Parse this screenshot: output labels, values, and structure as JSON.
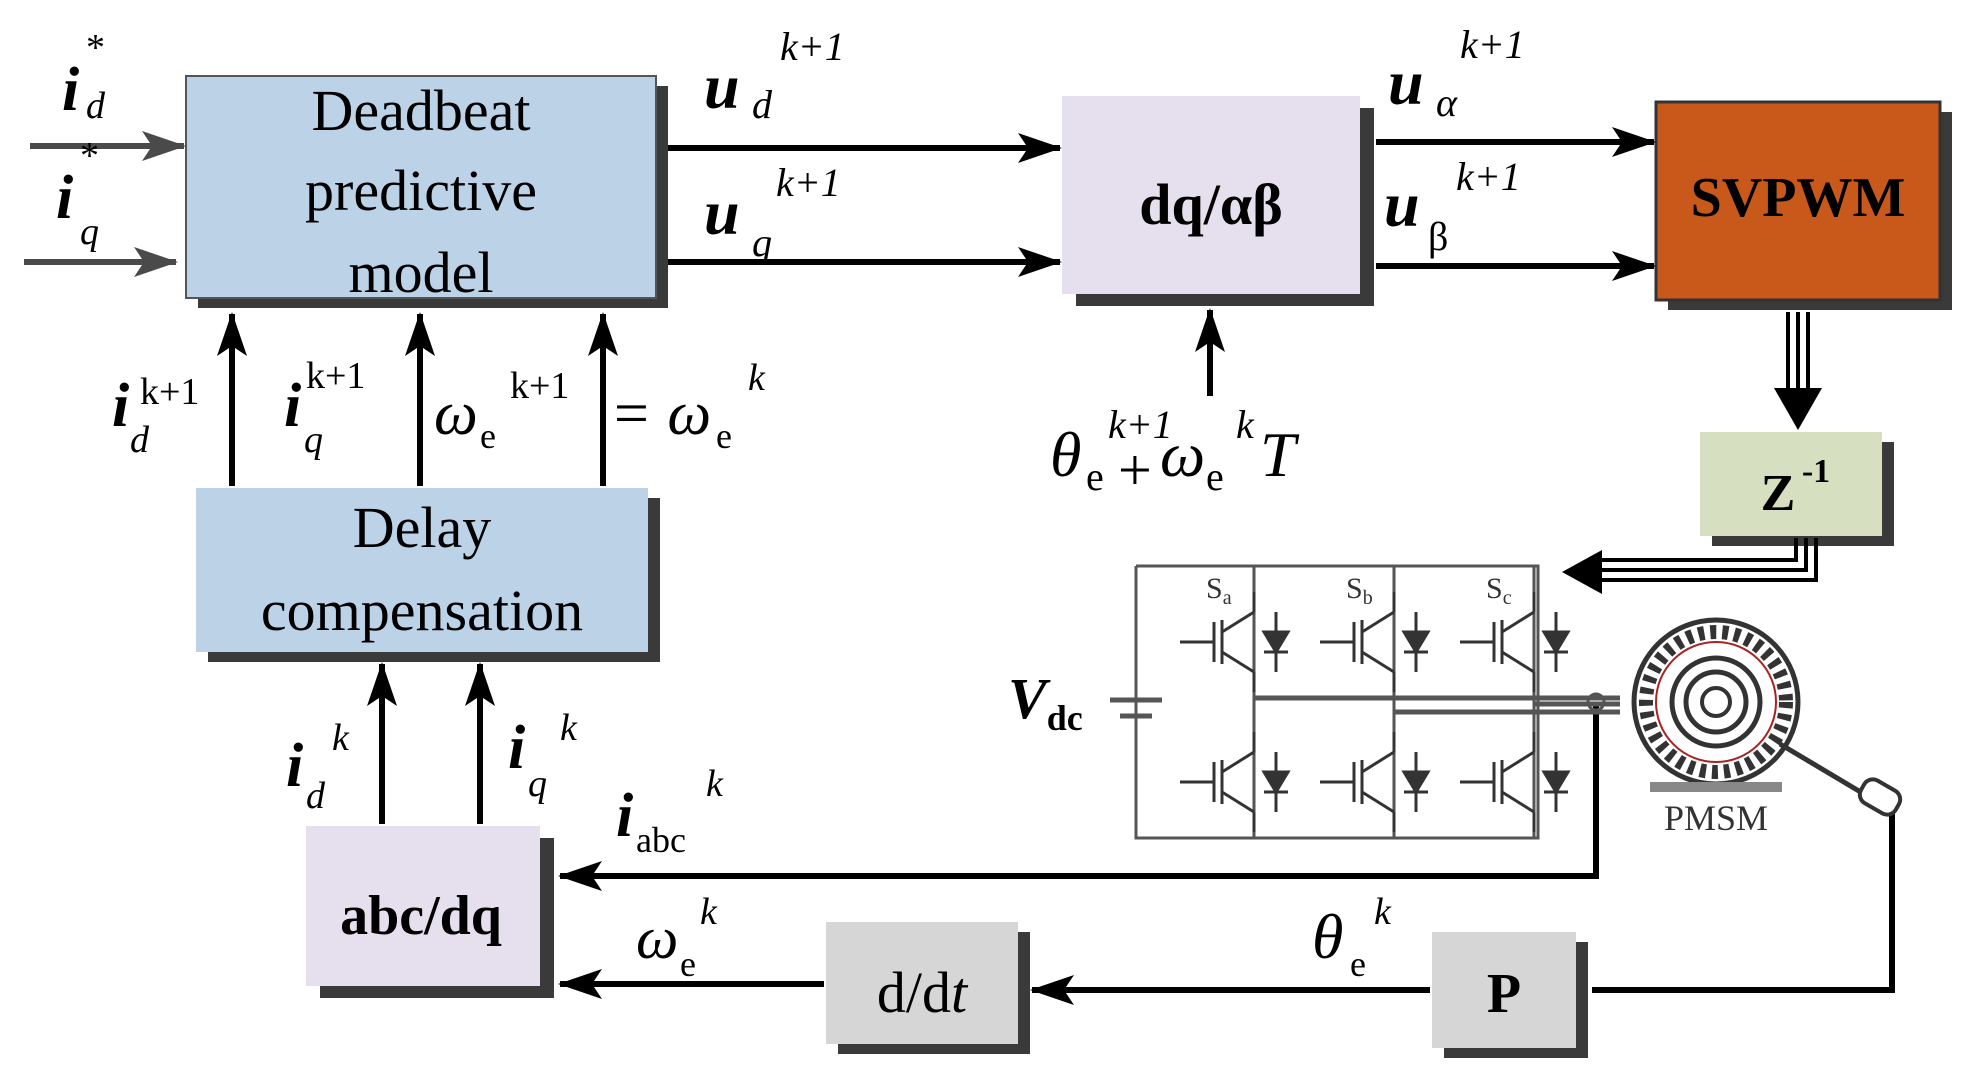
{
  "blocks": {
    "deadbeat": {
      "line1": "Deadbeat",
      "line2": "predictive",
      "line3": "model"
    },
    "delay": {
      "line1": "Delay",
      "line2": "compensation"
    },
    "dq_ab": {
      "label": "dq/αβ"
    },
    "svpwm": {
      "label": "SVPWM"
    },
    "zinv": {
      "base": "Z",
      "exp": "-1"
    },
    "abc_dq": {
      "label": "abc/dq"
    },
    "ddt": {
      "prefix": "d/d",
      "var": "t"
    },
    "p": {
      "label": "P"
    },
    "motor": {
      "label": "PMSM"
    }
  },
  "signals": {
    "id_ref": {
      "sym": "i",
      "sup": "*",
      "sub": "d"
    },
    "iq_ref": {
      "sym": "i",
      "sup": "*",
      "sub": "q"
    },
    "ud": {
      "sym": "u",
      "sub": "d",
      "sup": "k+1"
    },
    "uq": {
      "sym": "u",
      "sub": "q",
      "sup": "k+1"
    },
    "ua": {
      "sym": "u",
      "sub": "α",
      "sup": "k+1"
    },
    "ub": {
      "sym": "u",
      "sub": "β",
      "sup": "k+1"
    },
    "theta_pred": {
      "sym": "θ",
      "sub": "e",
      "sup": "k+1",
      "plus": "+",
      "sym2": "ω",
      "sub2": "e",
      "sup2": "k",
      "tail": "T"
    },
    "id_pred": {
      "sym": "i",
      "sub": "d",
      "sup": "k+1"
    },
    "iq_pred": {
      "sym": "i",
      "sub": "q",
      "sup": "k+1"
    },
    "we_pred": {
      "sym": "ω",
      "sub": "e",
      "sup": "k+1",
      "eq": "= ω",
      "sub2": "e",
      "sup2": "k"
    },
    "id_k": {
      "sym": "i",
      "sub": "d",
      "sup": "k"
    },
    "iq_k": {
      "sym": "i",
      "sub": "q",
      "sup": "k"
    },
    "iabc": {
      "sym": "i",
      "sub": "abc",
      "sup": "k"
    },
    "we_k": {
      "sym": "ω",
      "sub": "e",
      "sup": "k"
    },
    "theta_k": {
      "sym": "θ",
      "sub": "e",
      "sup": "k"
    }
  },
  "inverter": {
    "vdc": {
      "sym": "V",
      "sub": "dc"
    },
    "switches": {
      "sa": {
        "sym": "S",
        "sub": "a"
      },
      "sb": {
        "sym": "S",
        "sub": "b"
      },
      "sc": {
        "sym": "S",
        "sub": "c"
      }
    }
  },
  "colors": {
    "deadbeat_fill": "#bcd2e6",
    "delay_fill": "#bcd2e6",
    "dq_fill": "#e6e0ee",
    "abc_fill": "#e6e0ee",
    "svpwm_fill": "#c8591b",
    "zinv_fill": "#d6e0c0",
    "ddt_fill": "#d6d6d6",
    "p_fill": "#d6d6d6",
    "shadow": "#3a3a3a",
    "arrow": "#000000"
  }
}
